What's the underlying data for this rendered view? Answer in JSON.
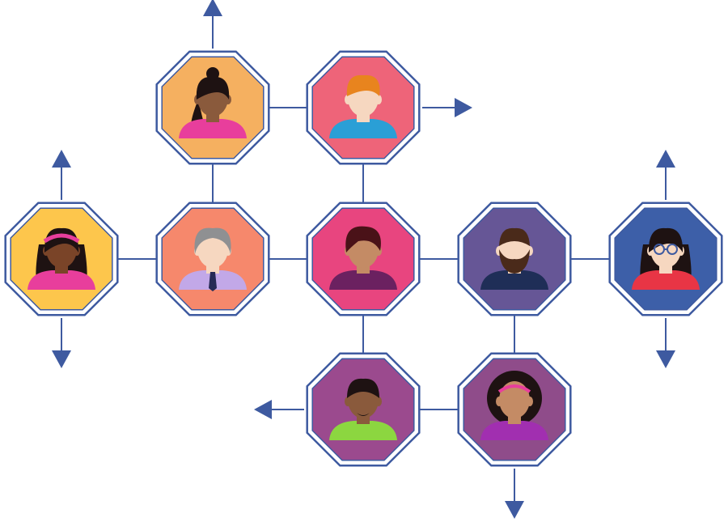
{
  "diagram": {
    "line_color": "#3E5AA0",
    "outline_color": "#3E5AA0",
    "nodes": [
      {
        "id": "top-left-person",
        "fill": "#F5B060",
        "hair": "long-dark",
        "skin": "#8A5A3C",
        "shirt": "#E83E9C"
      },
      {
        "id": "top-right-person",
        "fill": "#EE6479",
        "hair": "short-orange",
        "skin": "#F6D7C0",
        "shirt": "#2A9FD6"
      },
      {
        "id": "far-left-person",
        "fill": "#FDC64C",
        "hair": "long-dark-headband",
        "skin": "#7A4428",
        "shirt": "#E83E9C"
      },
      {
        "id": "center-left-person",
        "fill": "#F6886C",
        "hair": "gray",
        "skin": "#F6D7C0",
        "shirt": "#C2A8E8"
      },
      {
        "id": "center-person",
        "fill": "#E8457F",
        "hair": "short-dark",
        "skin": "#C48B65",
        "shirt": "#6B2160"
      },
      {
        "id": "bearded-man",
        "fill": "#665696",
        "hair": "brown-beard",
        "skin": "#F6D7C0",
        "shirt": "#1F2E57"
      },
      {
        "id": "glasses-woman",
        "fill": "#3D5FA8",
        "hair": "long-dark-glasses",
        "skin": "#F6D7C0",
        "shirt": "#E83545"
      },
      {
        "id": "bottom-left-person",
        "fill": "#9B4A8E",
        "hair": "short-dark-goatee",
        "skin": "#8A5A3C",
        "shirt": "#8CD640"
      },
      {
        "id": "bottom-right-person",
        "fill": "#8F4C8A",
        "hair": "curly-headband",
        "skin": "#C48B65",
        "shirt": "#A12FB0"
      }
    ],
    "connections": [
      [
        "top-left-person",
        "top-right-person"
      ],
      [
        "top-left-person",
        "center-left-person"
      ],
      [
        "top-right-person",
        "center-person"
      ],
      [
        "far-left-person",
        "center-left-person"
      ],
      [
        "center-left-person",
        "center-person"
      ],
      [
        "center-person",
        "bearded-man"
      ],
      [
        "bearded-man",
        "glasses-woman"
      ],
      [
        "center-person",
        "bottom-left-person"
      ],
      [
        "bearded-man",
        "bottom-right-person"
      ],
      [
        "bottom-left-person",
        "bottom-right-person"
      ]
    ],
    "outward_arrows": [
      {
        "from": "top-left-person",
        "direction": "up"
      },
      {
        "from": "top-right-person",
        "direction": "right"
      },
      {
        "from": "far-left-person",
        "direction": "up"
      },
      {
        "from": "far-left-person",
        "direction": "down"
      },
      {
        "from": "glasses-woman",
        "direction": "up"
      },
      {
        "from": "glasses-woman",
        "direction": "down"
      },
      {
        "from": "bottom-left-person",
        "direction": "left"
      },
      {
        "from": "bottom-right-person",
        "direction": "down"
      }
    ]
  }
}
